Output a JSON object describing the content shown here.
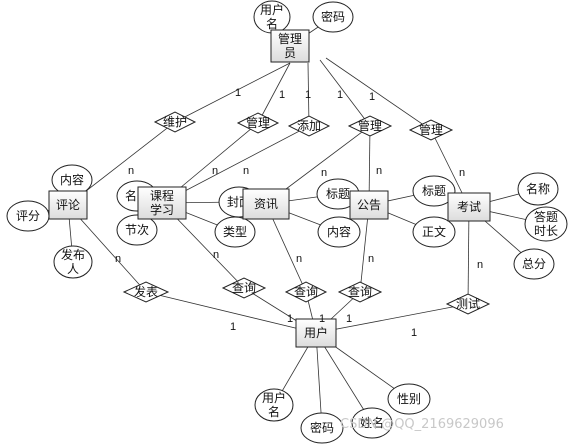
{
  "entities": [
    {
      "id": "admin",
      "lines": [
        "管理",
        "员"
      ]
    },
    {
      "id": "comment",
      "lines": [
        "评论"
      ]
    },
    {
      "id": "course",
      "lines": [
        "课程",
        "学习"
      ]
    },
    {
      "id": "news",
      "lines": [
        "资讯"
      ]
    },
    {
      "id": "notice",
      "lines": [
        "公告"
      ]
    },
    {
      "id": "exam",
      "lines": [
        "考试"
      ]
    },
    {
      "id": "user",
      "lines": [
        "用户"
      ]
    }
  ],
  "relationships": [
    {
      "id": "maintain",
      "label": "维护"
    },
    {
      "id": "manage1",
      "label": "管理"
    },
    {
      "id": "add",
      "label": "添加"
    },
    {
      "id": "manage2",
      "label": "管理"
    },
    {
      "id": "manage3",
      "label": "管理"
    },
    {
      "id": "publish",
      "label": "发表"
    },
    {
      "id": "query1",
      "label": "查询"
    },
    {
      "id": "query2",
      "label": "查询"
    },
    {
      "id": "query3",
      "label": "查询"
    },
    {
      "id": "test",
      "label": "测试"
    }
  ],
  "attributes": [
    {
      "id": "admin-username",
      "lines": [
        "用户",
        "名"
      ]
    },
    {
      "id": "admin-password",
      "lines": [
        "密码"
      ]
    },
    {
      "id": "comment-content",
      "lines": [
        "内容"
      ]
    },
    {
      "id": "comment-rating",
      "lines": [
        "评分"
      ]
    },
    {
      "id": "comment-publisher",
      "lines": [
        "发布",
        "人"
      ]
    },
    {
      "id": "course-name",
      "lines": [
        "名称"
      ]
    },
    {
      "id": "course-section",
      "lines": [
        "节次"
      ]
    },
    {
      "id": "course-cover",
      "lines": [
        "封面"
      ]
    },
    {
      "id": "course-type",
      "lines": [
        "类型"
      ]
    },
    {
      "id": "news-title",
      "lines": [
        "标题"
      ]
    },
    {
      "id": "news-content",
      "lines": [
        "内容"
      ]
    },
    {
      "id": "notice-title",
      "lines": [
        "标题"
      ]
    },
    {
      "id": "notice-body",
      "lines": [
        "正文"
      ]
    },
    {
      "id": "exam-name",
      "lines": [
        "名称"
      ]
    },
    {
      "id": "exam-duration",
      "lines": [
        "答题",
        "时长"
      ]
    },
    {
      "id": "exam-score",
      "lines": [
        "总分"
      ]
    },
    {
      "id": "user-username",
      "lines": [
        "用户",
        "名"
      ]
    },
    {
      "id": "user-password",
      "lines": [
        "密码"
      ]
    },
    {
      "id": "user-name",
      "lines": [
        "姓名"
      ]
    },
    {
      "id": "user-gender",
      "lines": [
        "性别"
      ]
    }
  ],
  "cardinalities": [
    {
      "id": "c-maintain-admin",
      "text": "1"
    },
    {
      "id": "c-manage1-admin",
      "text": "1"
    },
    {
      "id": "c-add-admin",
      "text": "1"
    },
    {
      "id": "c-manage2-admin",
      "text": "1"
    },
    {
      "id": "c-manage3-admin",
      "text": "1"
    },
    {
      "id": "c-maintain-comment",
      "text": "n"
    },
    {
      "id": "c-manage1-course",
      "text": "n"
    },
    {
      "id": "c-add-course",
      "text": "n"
    },
    {
      "id": "c-manage2-news",
      "text": "n"
    },
    {
      "id": "c-manage2-notice",
      "text": "n"
    },
    {
      "id": "c-manage3-exam",
      "text": "n"
    },
    {
      "id": "c-publish-comment",
      "text": "n"
    },
    {
      "id": "c-query1-course",
      "text": "n"
    },
    {
      "id": "c-query2-news",
      "text": "n"
    },
    {
      "id": "c-query3-notice",
      "text": "n"
    },
    {
      "id": "c-test-exam",
      "text": "n"
    },
    {
      "id": "c-publish-user",
      "text": "1"
    },
    {
      "id": "c-query1-user",
      "text": "1"
    },
    {
      "id": "c-query2-user",
      "text": "1"
    },
    {
      "id": "c-query3-user",
      "text": "1"
    },
    {
      "id": "c-test-user",
      "text": "1"
    }
  ],
  "watermark": "CSDN @QQ_2169629096"
}
